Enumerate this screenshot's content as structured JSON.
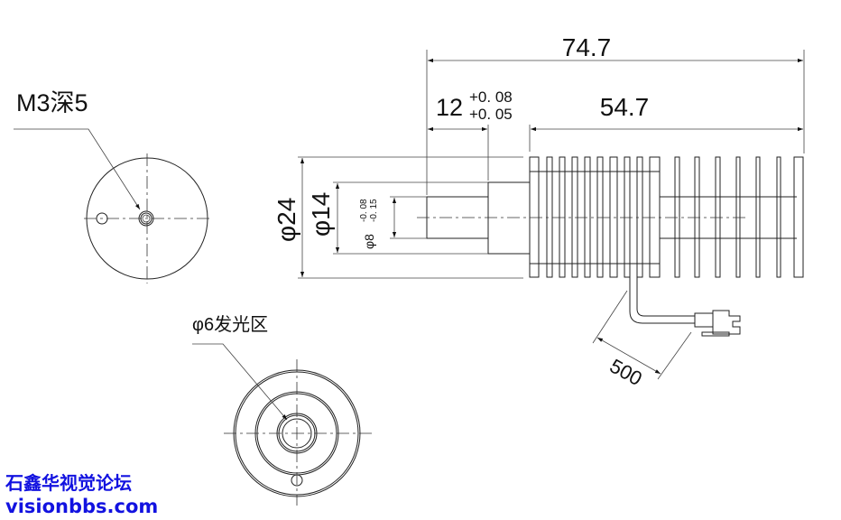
{
  "drawing": {
    "top_view_label": "M3深5",
    "bottom_view_label": "φ6发光区",
    "dim_total_length": "74.7",
    "dim_fin_length": "54.7",
    "dim_shaft_length": "12",
    "dim_shaft_tol_upper": "+0. 08",
    "dim_shaft_tol_lower": "+0. 05",
    "dim_body_diameter": "φ24",
    "dim_neck_diameter": "φ14",
    "dim_shaft_diameter": "φ8",
    "dim_shaft_dia_tol_upper": "-0. 08",
    "dim_shaft_dia_tol_lower": "-0. 15",
    "dim_cable_length": "500"
  },
  "watermark": {
    "title": "石鑫华视觉论坛",
    "url": "visionbbs.com",
    "color": "#1212e0"
  }
}
